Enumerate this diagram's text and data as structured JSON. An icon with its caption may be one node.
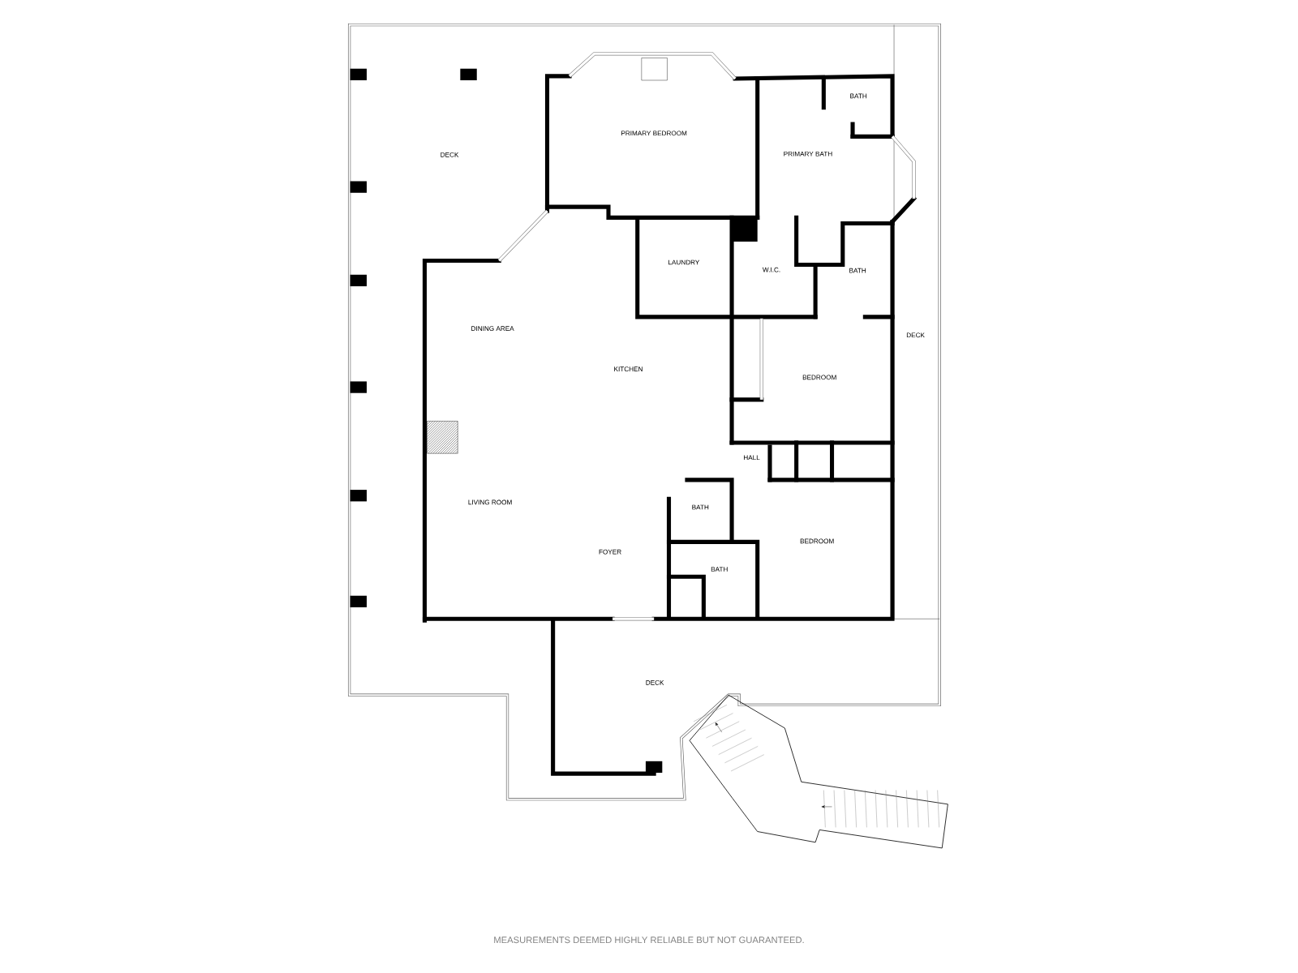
{
  "diagram": {
    "labels": [
      "BATH",
      "PRIMARY BEDROOM",
      "DECK",
      "PRIMARY BATH",
      "LAUNDRY",
      "W.I.C.",
      "BATH",
      "DINING AREA",
      "DECK",
      "KITCHEN",
      "BEDROOM",
      "HALL",
      "LIVING ROOM",
      "BATH",
      "BEDROOM",
      "FOYER",
      "BATH",
      "DECK",
      "MEASUREMENTS DEEMED HIGHLY RELIABLE BUT NOT GUARANTEED."
    ]
  }
}
